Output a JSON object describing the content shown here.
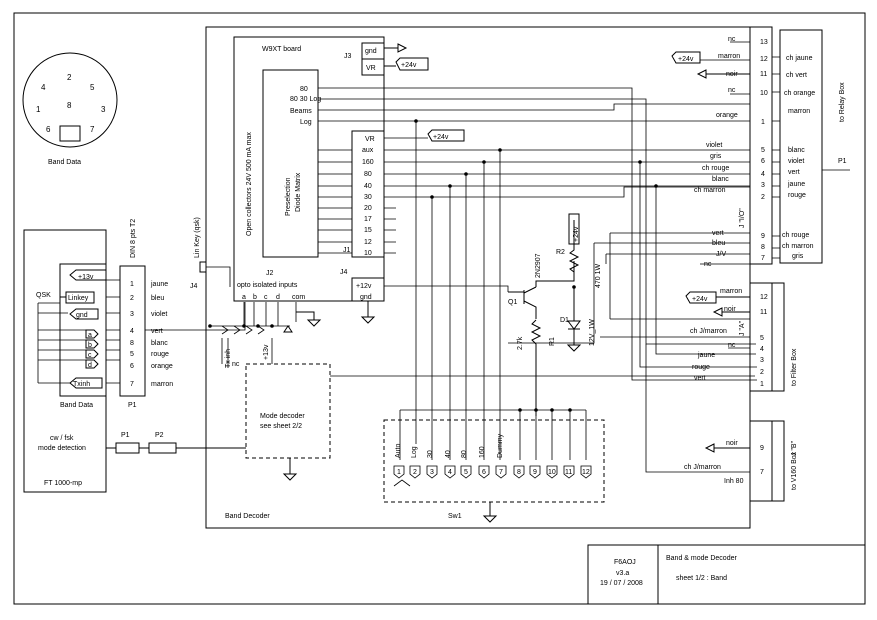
{
  "connector": {
    "label": "Band Data",
    "pins": [
      "1",
      "2",
      "3",
      "4",
      "5",
      "6",
      "7",
      "8"
    ]
  },
  "ft1000": {
    "label": "FT 1000-mp",
    "mode_label_1": "cw / fsk",
    "mode_label_2": "mode detection"
  },
  "band_data_box": {
    "label": "Band Data",
    "signals": [
      "+13v",
      "Linkey",
      "gnd",
      "a",
      "b",
      "c",
      "d",
      "Txinh"
    ],
    "qsk": "QSK"
  },
  "din": {
    "title": "DIN 8 pts T2",
    "pins": [
      "1",
      "2",
      "3",
      "4",
      "5",
      "6",
      "7"
    ],
    "pin_extra": "8",
    "colors": [
      "jaune",
      "bleu",
      "violet",
      "vert",
      "blanc",
      "rouge",
      "orange",
      "marron"
    ],
    "p1_label": "P1"
  },
  "filter": {
    "p1": "P1",
    "p2": "P2"
  },
  "linkey": {
    "label": "Lin Key (qsk)",
    "j4": "J4"
  },
  "w9xt": {
    "title": "W9XT board",
    "j3": "J3",
    "gnd": "gnd",
    "vr": "VR",
    "v24": "+24v",
    "side_label": "Open collectors 24V  500 mA max",
    "matrix_label_1": "Preselection",
    "matrix_label_2": "Diode Matrix",
    "outputs": [
      "80",
      "80 30 Log",
      "Beams",
      "Log"
    ],
    "j1_pins": [
      "VR",
      "aux",
      "160",
      "80",
      "40",
      "30",
      "20",
      "17",
      "15",
      "12",
      "10"
    ],
    "j1": "J1",
    "j2": "J2",
    "opto_label": "opto isolated inputs",
    "opto_pins": [
      "a",
      "b",
      "c",
      "d",
      "com"
    ],
    "j4": "J4",
    "j4_pins": [
      "+12v",
      "gnd"
    ]
  },
  "tx": {
    "txinh": "Tx inh",
    "nc": "nc",
    "v13": "+13v"
  },
  "transistor": {
    "q1": "Q1",
    "type": "2N2907",
    "r1": "R1",
    "r1_value": "2.7k",
    "r2": "R2",
    "r2_value": "470 1W",
    "d1": "D1",
    "d1_value": "12V_1W",
    "v24": "+24v"
  },
  "mode_decoder": {
    "line1": "Mode decoder",
    "line2": "see sheet 2/2"
  },
  "switch": {
    "label": "Sw1",
    "labels": [
      "Auto",
      "Log",
      "30",
      "40",
      "80",
      "160",
      "Dummy"
    ],
    "pins": [
      "1",
      "2",
      "3",
      "4",
      "5",
      "6",
      "7",
      "8",
      "9",
      "10",
      "11",
      "12"
    ]
  },
  "band_decoder_label": "Band Decoder",
  "j_io": {
    "title": "J \"I/O\"",
    "rows": [
      {
        "pin": "13",
        "label": "nc"
      },
      {
        "pin": "12",
        "label": "marron"
      },
      {
        "pin": "11",
        "label": "noir"
      },
      {
        "pin": "10",
        "label": "nc"
      },
      {
        "pin": "1",
        "label": "orange"
      },
      {
        "pin": "5",
        "label": "violet"
      },
      {
        "pin": "6",
        "label": "gris"
      },
      {
        "pin": "4",
        "label": "ch rouge"
      },
      {
        "pin": "3",
        "label": "blanc"
      },
      {
        "pin": "2",
        "label": "ch marron"
      },
      {
        "pin": "9",
        "label": "vert"
      },
      {
        "pin": "8",
        "label": "bleu"
      },
      {
        "pin": "7",
        "label": "J/V"
      },
      {
        "pin": "",
        "label": "nc"
      }
    ],
    "v24": "+24v"
  },
  "relay_box": {
    "label": "to Relay Box",
    "p1": "P1",
    "rows": [
      "ch jaune",
      "ch vert",
      "ch orange",
      "marron",
      "blanc",
      "violet",
      "vert",
      "jaune",
      "rouge",
      "ch rouge",
      "ch marron",
      "gris"
    ]
  },
  "j_a": {
    "title": "J \"A\"",
    "rows": [
      {
        "pin": "12",
        "label": "marron"
      },
      {
        "pin": "11",
        "label": "noir"
      },
      {
        "pin": "5",
        "label": "ch J/marron"
      },
      {
        "pin": "4",
        "label": "nc"
      },
      {
        "pin": "3",
        "label": "jaune"
      },
      {
        "pin": "2",
        "label": "rouge"
      },
      {
        "pin": "1",
        "label": "vert"
      }
    ],
    "v24": "+24v",
    "box_label": "to Filter Box"
  },
  "j_b": {
    "title": "J \"B\"",
    "rows": [
      {
        "pin": "9",
        "label": "noir"
      },
      {
        "pin": "7",
        "label": "ch J/marron"
      }
    ],
    "extra": "Inh 80",
    "box_label": "to V160 Box"
  },
  "title_block": {
    "author": "F6AOJ",
    "version": "v3.a",
    "date": "19 / 07 / 2008",
    "title": "Band & mode Decoder",
    "sheet": "sheet 1/2  : Band"
  }
}
